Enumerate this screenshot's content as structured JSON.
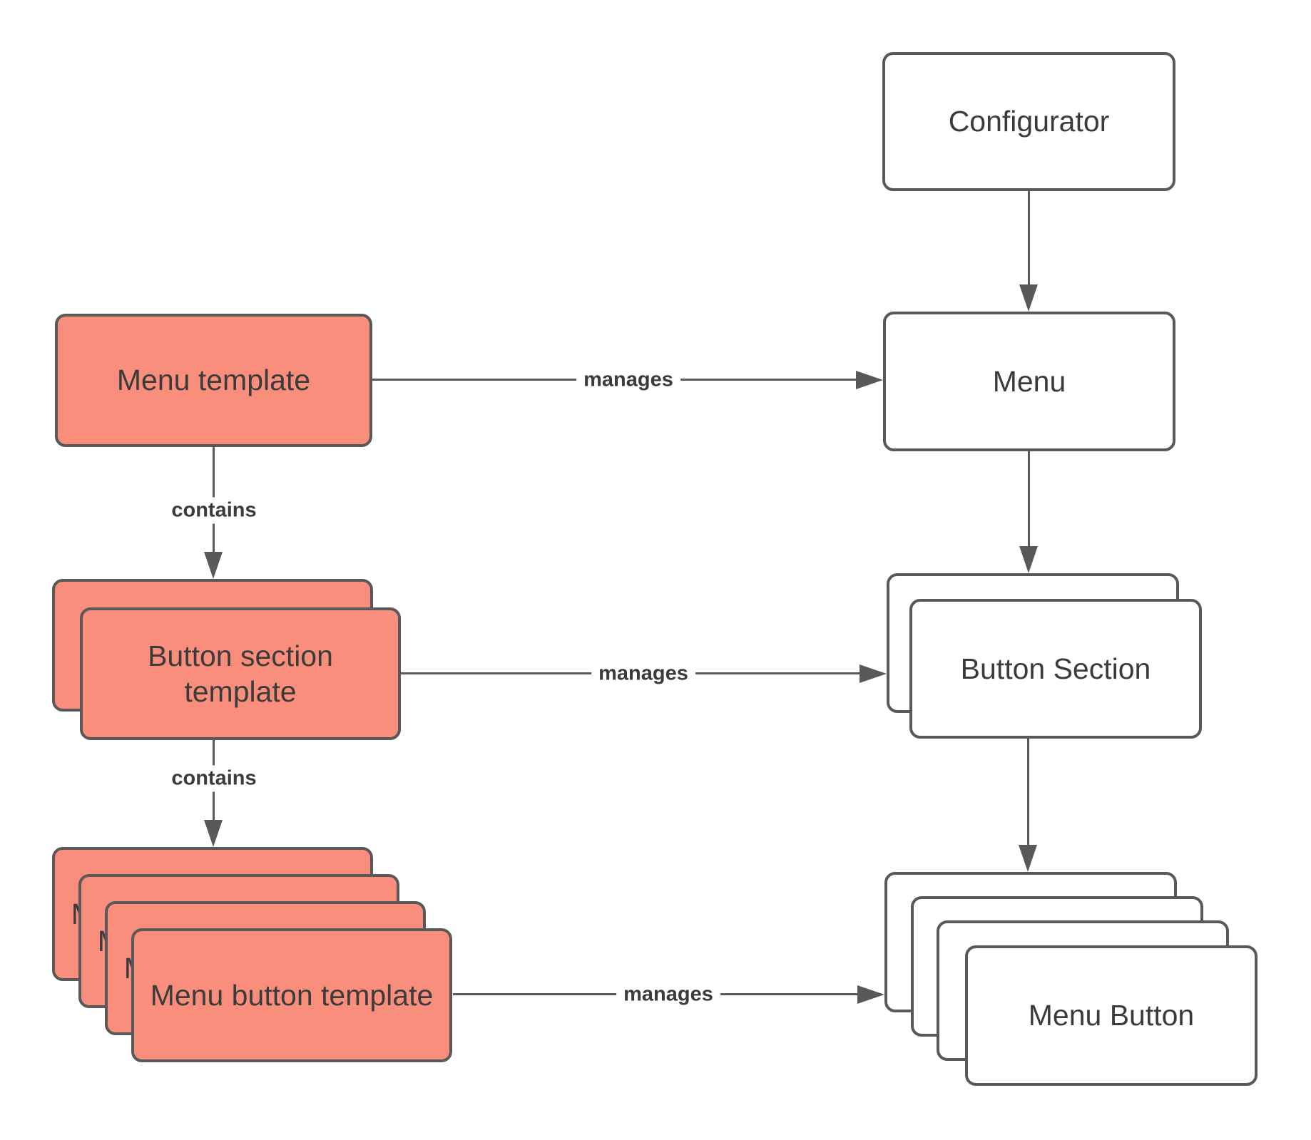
{
  "diagram": {
    "nodes": {
      "configurator": {
        "label": "Configurator"
      },
      "menu": {
        "label": "Menu"
      },
      "button_section": {
        "label": "Button Section"
      },
      "menu_button": {
        "label": "Menu Button"
      },
      "menu_template": {
        "label": "Menu template"
      },
      "button_section_template": {
        "label": "Button section\ntemplate"
      },
      "menu_button_template": {
        "label": "Menu button template"
      }
    },
    "edge_labels": {
      "menu_template_manages": "manages",
      "button_section_template_manages": "manages",
      "menu_button_template_manages": "manages",
      "menu_template_contains": "contains",
      "button_section_template_contains": "contains"
    },
    "colors": {
      "template_fill": "#F98E7C",
      "instance_fill": "#FFFFFF",
      "stroke": "#595959",
      "text": "#3B3B3B",
      "background": "#FFFFFF"
    }
  }
}
